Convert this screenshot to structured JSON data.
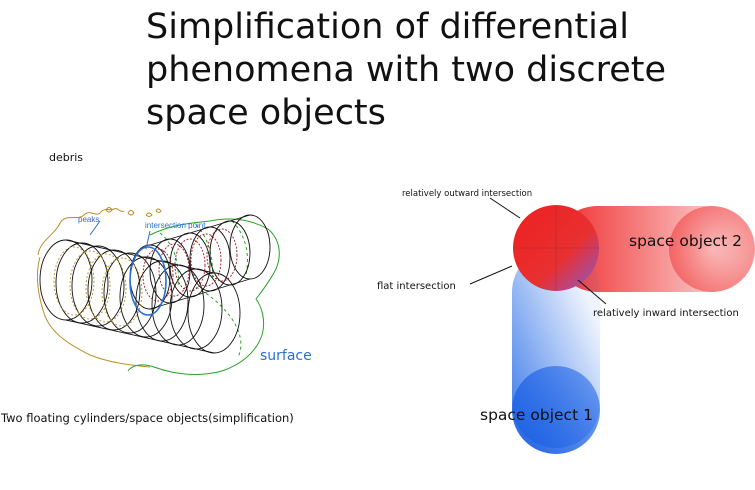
{
  "title_lines": [
    "Simplification of differential",
    "phenomena with two discrete",
    "space objects"
  ],
  "left_panel": {
    "debris_label": "debris",
    "peaks_label": "peaks",
    "intersection_point_label": "intersection point",
    "surface_label": "surface",
    "caption": "Two floating cylinders/space objects(simplification)"
  },
  "right_panel": {
    "relatively_outward_label": "relatively outward intersection",
    "flat_intersection_label": "flat intersection",
    "relatively_inward_label": "relatively inward intersection",
    "space_object_1_label": "space object 1",
    "space_object_2_label": "space object 2"
  },
  "colors": {
    "object_1_blue": "#2a6ee8",
    "object_2_red": "#ee2020",
    "annotation_blue": "#2a6fd6",
    "debris_gold": "#b8902a",
    "surface_green": "#2aa02a",
    "cylinder_dark_red": "#9a1a24"
  }
}
